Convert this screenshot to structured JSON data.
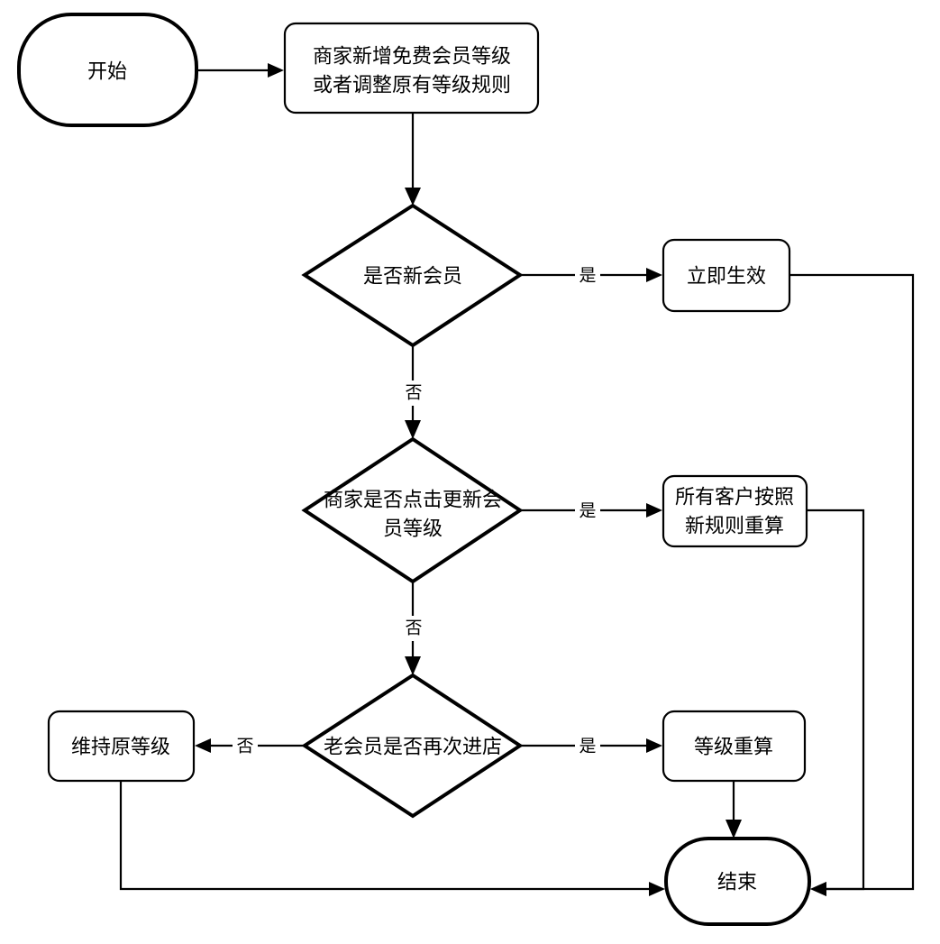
{
  "diagram": {
    "type": "flowchart",
    "orientation": "top-down",
    "background_color": "#ffffff",
    "line_color": "#000000",
    "nodes": {
      "start": {
        "label": "开始",
        "shape": "terminator"
      },
      "add_tier": {
        "label_line1": "商家新增免费会员等级",
        "label_line2": "或者调整原有等级规则",
        "shape": "process"
      },
      "is_new_member": {
        "label": "是否新会员",
        "shape": "decision"
      },
      "effective_now": {
        "label": "立即生效",
        "shape": "process"
      },
      "merchant_clicks_update": {
        "label_line1": "商家是否点击更新会",
        "label_line2": "员等级",
        "shape": "decision"
      },
      "recalc_all": {
        "label_line1": "所有客户按照",
        "label_line2": "新规则重算",
        "shape": "process"
      },
      "old_member_revisit": {
        "label": "老会员是否再次进店",
        "shape": "decision"
      },
      "keep_tier": {
        "label": "维持原等级",
        "shape": "process"
      },
      "recalc_tier": {
        "label": "等级重算",
        "shape": "process"
      },
      "end": {
        "label": "结束",
        "shape": "terminator"
      }
    },
    "edge_labels": {
      "new_member_yes": "是",
      "new_member_no": "否",
      "clicks_update_yes": "是",
      "clicks_update_no": "否",
      "revisit_yes": "是",
      "revisit_no": "否"
    },
    "edges": [
      {
        "from": "start",
        "to": "add_tier",
        "label": ""
      },
      {
        "from": "add_tier",
        "to": "is_new_member",
        "label": ""
      },
      {
        "from": "is_new_member",
        "to": "effective_now",
        "label": "是"
      },
      {
        "from": "is_new_member",
        "to": "merchant_clicks_update",
        "label": "否"
      },
      {
        "from": "effective_now",
        "to": "end",
        "label": ""
      },
      {
        "from": "merchant_clicks_update",
        "to": "recalc_all",
        "label": "是"
      },
      {
        "from": "merchant_clicks_update",
        "to": "old_member_revisit",
        "label": "否"
      },
      {
        "from": "recalc_all",
        "to": "end",
        "label": ""
      },
      {
        "from": "old_member_revisit",
        "to": "keep_tier",
        "label": "否"
      },
      {
        "from": "old_member_revisit",
        "to": "recalc_tier",
        "label": "是"
      },
      {
        "from": "keep_tier",
        "to": "end",
        "label": ""
      },
      {
        "from": "recalc_tier",
        "to": "end",
        "label": ""
      }
    ]
  }
}
